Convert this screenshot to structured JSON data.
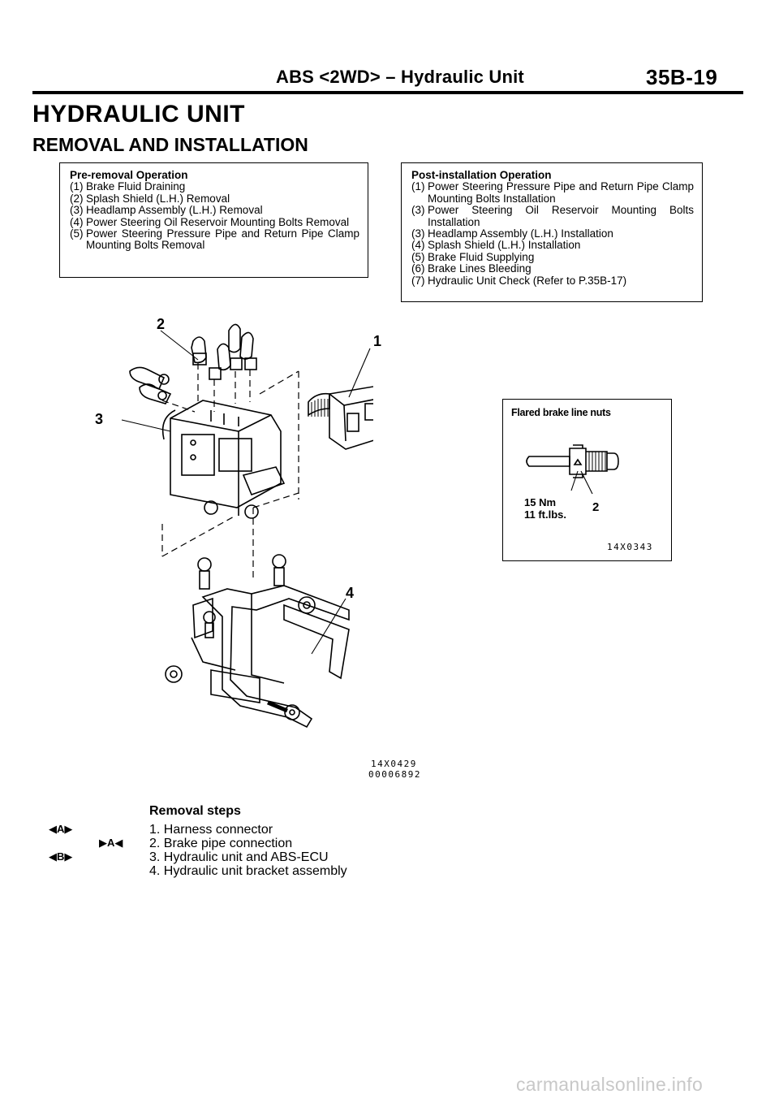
{
  "header": {
    "title": "ABS <2WD> – Hydraulic Unit",
    "page_number": "35B-19"
  },
  "heading": "HYDRAULIC UNIT",
  "subheading": "REMOVAL AND INSTALLATION",
  "pre_removal": {
    "title": "Pre-removal Operation",
    "items": [
      {
        "num": "(1)",
        "text": "Brake Fluid Draining"
      },
      {
        "num": "(2)",
        "text": "Splash Shield (L.H.) Removal"
      },
      {
        "num": "(3)",
        "text": "Headlamp Assembly (L.H.) Removal"
      },
      {
        "num": "(4)",
        "text": "Power Steering Oil Reservoir Mounting Bolts Removal"
      },
      {
        "num": "(5)",
        "text": "Power Steering Pressure Pipe and Return Pipe Clamp Mounting Bolts Removal"
      }
    ]
  },
  "post_installation": {
    "title": "Post-installation Operation",
    "items": [
      {
        "num": "(1)",
        "text": "Power Steering Pressure Pipe and Return Pipe Clamp Mounting Bolts Installation"
      },
      {
        "num": "(3)",
        "text": "Power Steering Oil Reservoir Mounting Bolts Installation"
      },
      {
        "num": "(3)",
        "text": "Headlamp Assembly (L.H.) Installation"
      },
      {
        "num": "(4)",
        "text": "Splash Shield (L.H.) Installation"
      },
      {
        "num": "(5)",
        "text": "Brake Fluid Supplying"
      },
      {
        "num": "(6)",
        "text": "Brake Lines Bleeding"
      },
      {
        "num": "(7)",
        "text": "Hydraulic Unit Check (Refer to P.35B-17)"
      }
    ]
  },
  "diagram": {
    "callouts": {
      "c1": "1",
      "c2": "2",
      "c3": "3",
      "c4": "4"
    },
    "codes": [
      "14X0429",
      "00006892"
    ]
  },
  "inset": {
    "title": "Flared brake line nuts",
    "torque_nm": "15 Nm",
    "torque_ftlbs": "11 ft.lbs.",
    "callout": "2",
    "code": "14X0343"
  },
  "removal_steps": {
    "title": "Removal steps",
    "steps": [
      {
        "left_mark": "◀A▶",
        "mid_mark": "",
        "label": "1. Harness connector"
      },
      {
        "left_mark": "",
        "mid_mark": "▶A◀",
        "label": "2. Brake pipe connection"
      },
      {
        "left_mark": "◀B▶",
        "mid_mark": "",
        "label": "3. Hydraulic unit and ABS-ECU"
      },
      {
        "left_mark": "",
        "mid_mark": "",
        "label": "4. Hydraulic unit bracket assembly"
      }
    ]
  },
  "watermark": "carmanualsonline.info"
}
